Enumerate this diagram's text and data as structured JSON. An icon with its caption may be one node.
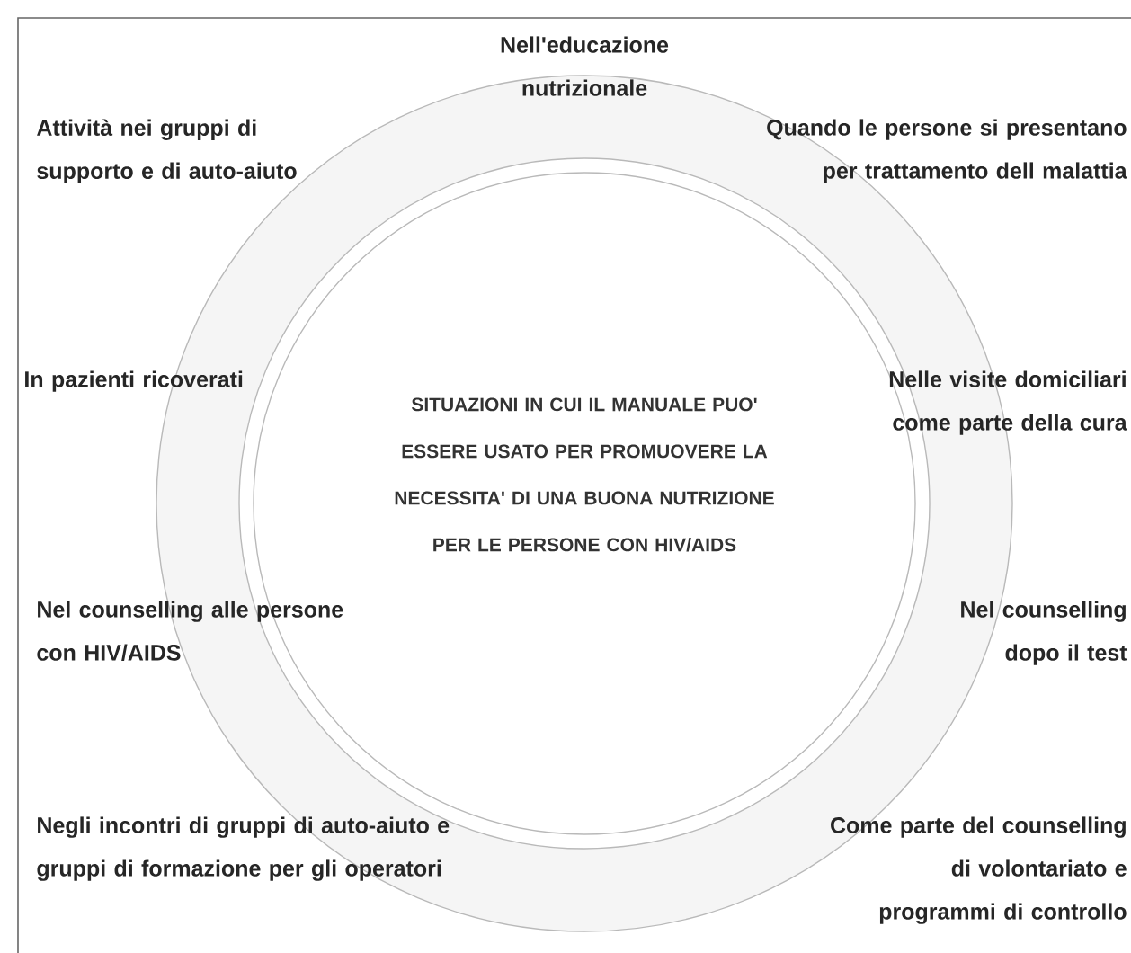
{
  "diagram": {
    "nodes": [
      {
        "text": [
          "SITUAZIONI IN CUI IL MANUALE PUO' ESSERE USATO PER PROMUOVERE LA NECESSITA' DI UNA BUONA NUTRIZIONE PER LE PERSONE CON HIV/AIDS"
        ]
      }
    ],
    "labels": [
      "Nell'educazione nutrizionale",
      "Attività nei gruppi di supporto e di auto-aiuto",
      "Quando le persone si presentano per trattamento dell malattia",
      "In pazienti ricoverati",
      "Nelle visite domiciliari come parte della cura",
      "Nel counselling alle persone con HIV/AIDS",
      "Nel counselling dopo il test",
      "Negli incontri di gruppi di auto-aiuto e gruppi di formazione per gli operatori",
      "Come parte del counselling di volontariato e programmi di controllo"
    ]
  }
}
